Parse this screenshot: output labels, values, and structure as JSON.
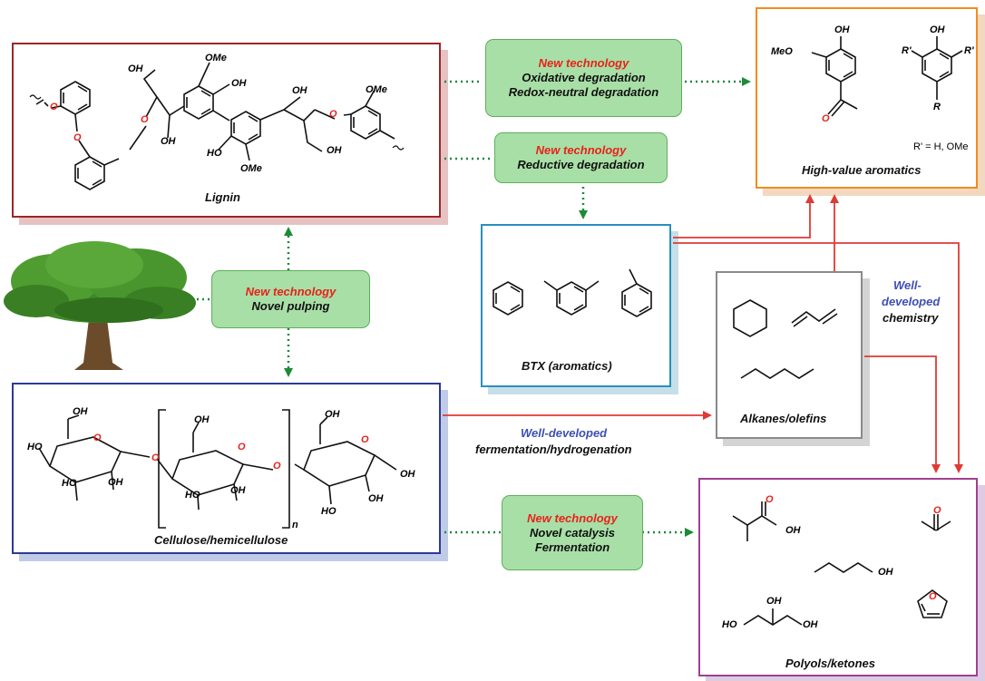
{
  "nodes": {
    "lignin": {
      "label": "Lignin"
    },
    "cellulose": {
      "label": "Cellulose/hemicellulose"
    },
    "btx": {
      "label": "BTX (aromatics)"
    },
    "alkanes": {
      "label": "Alkanes/olefins"
    },
    "aromatics": {
      "label": "High-value aromatics",
      "r_note": "R' = H, OMe"
    },
    "polyols": {
      "label": "Polyols/ketones"
    }
  },
  "technologies": {
    "oxidative": {
      "title": "New technology",
      "line1": "Oxidative degradation",
      "line2": "Redox-neutral degradation"
    },
    "reductive": {
      "title": "New  technology",
      "line1": "Reductive degradation"
    },
    "pulping": {
      "title": "New  technology",
      "line1": "Novel pulping"
    },
    "catalysis": {
      "title": "New technology",
      "line1": "Novel catalysis",
      "line2": "Fermentation"
    }
  },
  "well_developed": {
    "fermentation": {
      "title": "Well-developed",
      "line1": "fermentation/hydrogenation"
    },
    "chemistry": {
      "title_line1": "Well-",
      "title_line2": "developed",
      "line1": "chemistry"
    }
  },
  "atoms": {
    "ome": "OMe",
    "meo": "MeO",
    "oh": "OH",
    "ho": "HO",
    "o": "O",
    "h": "H",
    "r": "R",
    "r_prime": "R'",
    "n": "n"
  },
  "colors": {
    "lignin_border": "#9b2727",
    "cellulose_border": "#2c3a96",
    "btx_border": "#2a8fbf",
    "alkanes_border": "#8a8a8a",
    "aromatics_border": "#f28c1e",
    "polyols_border": "#a0408f",
    "new_tech_pill": "#a8dfa6",
    "new_tech_text": "#e8221c",
    "well_developed_text": "#3d4fb5",
    "green_arrow": "#1d8a3a",
    "red_arrow": "#e03a35",
    "oxygen": "#e8221c"
  }
}
